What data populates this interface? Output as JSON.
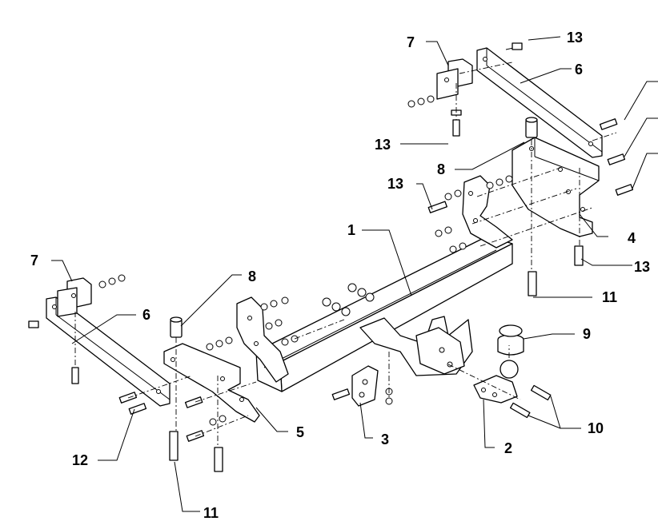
{
  "callouts": [
    {
      "id": "c-7-top",
      "text": "7"
    },
    {
      "id": "c-13-top",
      "text": "13"
    },
    {
      "id": "c-6-top",
      "text": "6"
    },
    {
      "id": "c-13-upper-left",
      "text": "13"
    },
    {
      "id": "c-8-right",
      "text": "8"
    },
    {
      "id": "c-13-mid",
      "text": "13"
    },
    {
      "id": "c-1",
      "text": "1"
    },
    {
      "id": "c-4",
      "text": "4"
    },
    {
      "id": "c-13-right",
      "text": "13"
    },
    {
      "id": "c-11-right",
      "text": "11"
    },
    {
      "id": "c-7-left",
      "text": "7"
    },
    {
      "id": "c-8-left",
      "text": "8"
    },
    {
      "id": "c-6-left",
      "text": "6"
    },
    {
      "id": "c-9",
      "text": "9"
    },
    {
      "id": "c-5",
      "text": "5"
    },
    {
      "id": "c-3",
      "text": "3"
    },
    {
      "id": "c-10",
      "text": "10"
    },
    {
      "id": "c-12",
      "text": "12"
    },
    {
      "id": "c-2",
      "text": "2"
    },
    {
      "id": "c-11-bottom",
      "text": "11"
    }
  ]
}
